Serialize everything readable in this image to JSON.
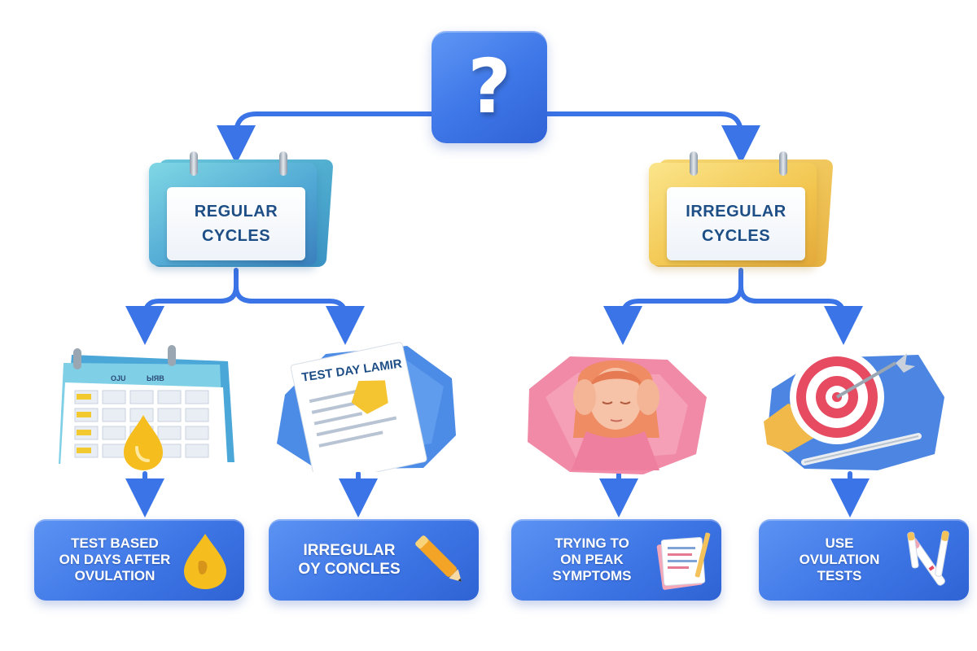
{
  "root": {
    "symbol": "?"
  },
  "branches": [
    {
      "label_line1": "REGULAR",
      "label_line2": "CYCLES",
      "children": [
        {
          "illustration_text": "",
          "result": [
            "TEST BASED",
            "ON DAYS AFTER",
            "OVULATION"
          ],
          "result_icon": "drop-icon"
        },
        {
          "illustration_text": "TEST DAY LAMIR",
          "result": [
            "IRREGULAR",
            "OY CONCLES"
          ],
          "result_icon": "pen-icon"
        }
      ]
    },
    {
      "label_line1": "IRREGULAR",
      "label_line2": "CYCLES",
      "children": [
        {
          "illustration_text": "",
          "result": [
            "TRYING TO",
            "ON PEAK",
            "SYMPTOMS"
          ],
          "result_icon": "notebook-icon"
        },
        {
          "illustration_text": "",
          "result": [
            "USE",
            "OVULATION",
            "TESTS"
          ],
          "result_icon": "test-strips-icon"
        }
      ]
    }
  ],
  "calendar_header_marks": [
    "OJU",
    "ЫЯВ"
  ],
  "colors": {
    "connector": "#3b74e6",
    "box_blue": "#3e76e6",
    "calendar_regular": "#4fa6d4",
    "calendar_irregular": "#f2c54e",
    "label_text": "#1e4e86"
  }
}
